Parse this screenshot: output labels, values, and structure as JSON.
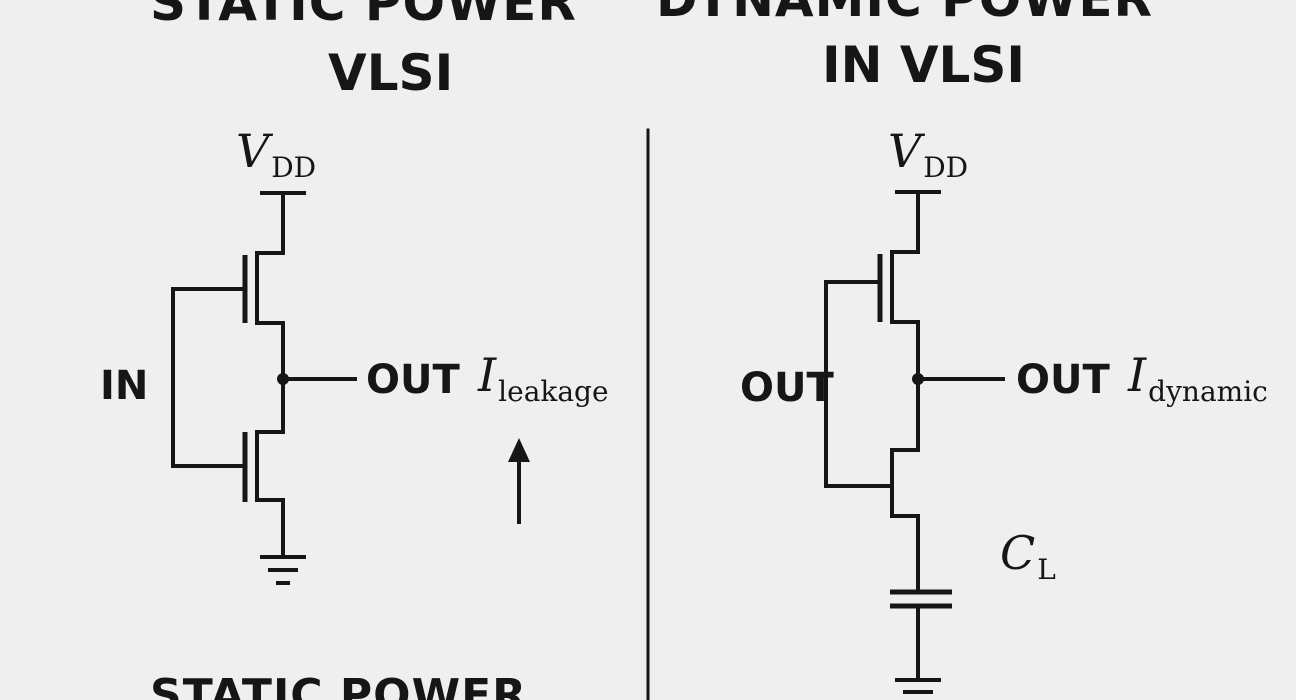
{
  "left_panel": {
    "title_line1": "STATIC POWER",
    "title_line2": "VLSI",
    "supply_main": "V",
    "supply_sub": "DD",
    "input_label": "IN",
    "output_label": "OUT",
    "current_main": "I",
    "current_sub": "leakage",
    "footer_title": "STATIC POWER"
  },
  "right_panel": {
    "title_line1": "DYNAMIC POWER",
    "title_line2": "IN VLSI",
    "supply_main": "V",
    "supply_sub": "DD",
    "input_label": "OUT",
    "output_label": "OUT",
    "current_main": "I",
    "current_sub": "dynamic",
    "capacitor_main": "C",
    "capacitor_sub": "L"
  }
}
